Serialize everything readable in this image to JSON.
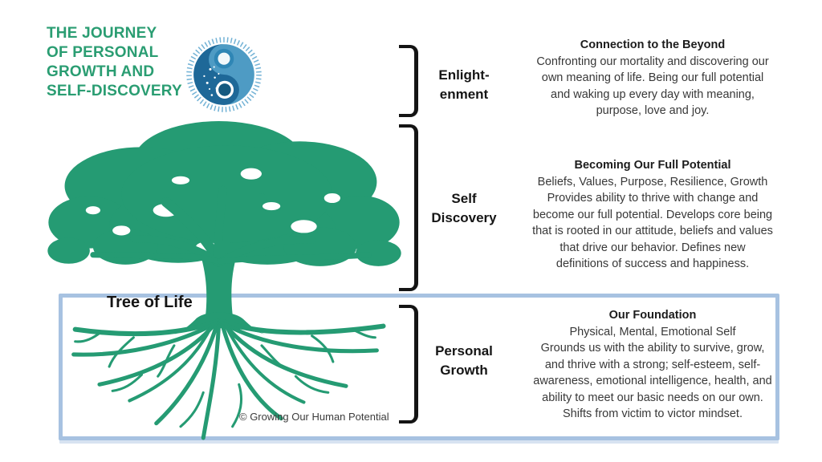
{
  "title": "THE JOURNEY\nOF PERSONAL\nGROWTH AND\nSELF-DISCOVERY",
  "tree_label": "Tree of Life",
  "copyright": "© Growing Our Human Potential",
  "logo": {
    "name": "yin-yang-sun-logo"
  },
  "colors": {
    "title_green": "#2a9d72",
    "tree_green": "#259b73",
    "box_border_blue": "#a7c2e1",
    "bracket_black": "#141414",
    "body_text": "#383838",
    "logo_dark_blue": "#1e6898",
    "logo_light_blue": "#4e9bc4",
    "logo_ray_blue": "#74b3d6"
  },
  "sections": [
    {
      "label": "Enlight-\nenment",
      "heading": "Connection to the Beyond",
      "body": "Confronting our mortality and discovering our\nown meaning of life. Being our full potential\nand waking up every day with meaning,\npurpose, love and joy."
    },
    {
      "label": "Self\nDiscovery",
      "heading": "Becoming Our Full Potential",
      "body": "Beliefs, Values, Purpose, Resilience, Growth\nProvides ability to thrive with change and\nbecome our full potential. Develops core being\nthat is rooted in our attitude, beliefs and values\nthat drive our behavior. Defines new\ndefinitions of success and happiness."
    },
    {
      "label": "Personal\nGrowth",
      "heading": "Our Foundation",
      "body": "Physical, Mental, Emotional Self\nGrounds us with the ability to survive, grow,\nand thrive with a strong; self-esteem, self-\nawareness, emotional intelligence, health, and\nability to meet our basic needs on our own.\nShifts from victim to victor mindset."
    }
  ]
}
